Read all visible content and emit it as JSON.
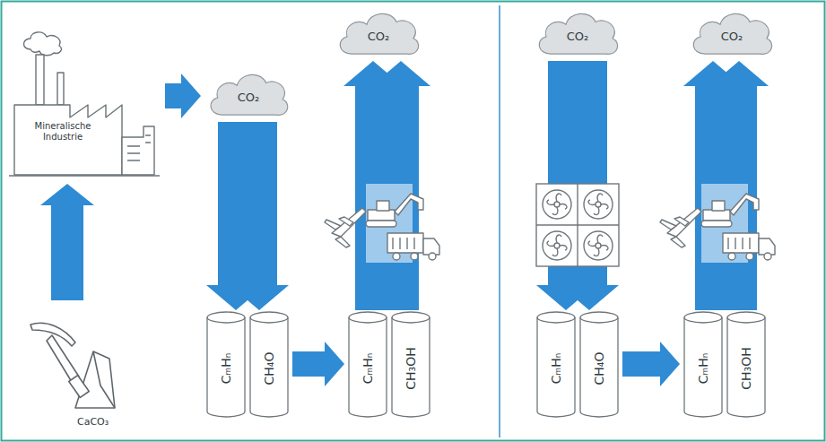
{
  "diagram": {
    "nodes": [
      {
        "text": [
          "Mineralische Industrie"
        ]
      },
      {
        "text": [
          "CO₂"
        ]
      },
      {
        "text": [
          "CO₂"
        ]
      },
      {
        "text": [
          "CₘHₙ"
        ]
      },
      {
        "text": [
          "CH₄O"
        ]
      },
      {
        "text": [
          "CₘHₙ"
        ]
      },
      {
        "text": [
          "CH₃OH"
        ]
      },
      {
        "text": [
          "CO₂"
        ]
      },
      {
        "text": [
          "CO₂"
        ]
      },
      {
        "text": [
          "CₘHₙ"
        ]
      },
      {
        "text": [
          "CH₄O"
        ]
      },
      {
        "text": [
          "CₘHₙ"
        ]
      },
      {
        "text": [
          "CH₃OH"
        ]
      }
    ],
    "edges": [
      {
        "from": 0,
        "to": 1,
        "arrow": "to"
      },
      {
        "from": 1,
        "to": 3,
        "arrow": "to"
      },
      {
        "from": 1,
        "to": 4,
        "arrow": "to"
      },
      {
        "from": 4,
        "to": 5,
        "arrow": "to"
      },
      {
        "from": 5,
        "to": 2,
        "arrow": "to"
      },
      {
        "from": 6,
        "to": 2,
        "arrow": "to"
      },
      {
        "from": 7,
        "to": 9,
        "arrow": "to"
      },
      {
        "from": 7,
        "to": 10,
        "arrow": "to"
      },
      {
        "from": 10,
        "to": 11,
        "arrow": "to"
      },
      {
        "from": 11,
        "to": 8,
        "arrow": "to"
      },
      {
        "from": 12,
        "to": 8,
        "arrow": "to"
      }
    ],
    "labels": [
      "CaCO₃"
    ]
  }
}
